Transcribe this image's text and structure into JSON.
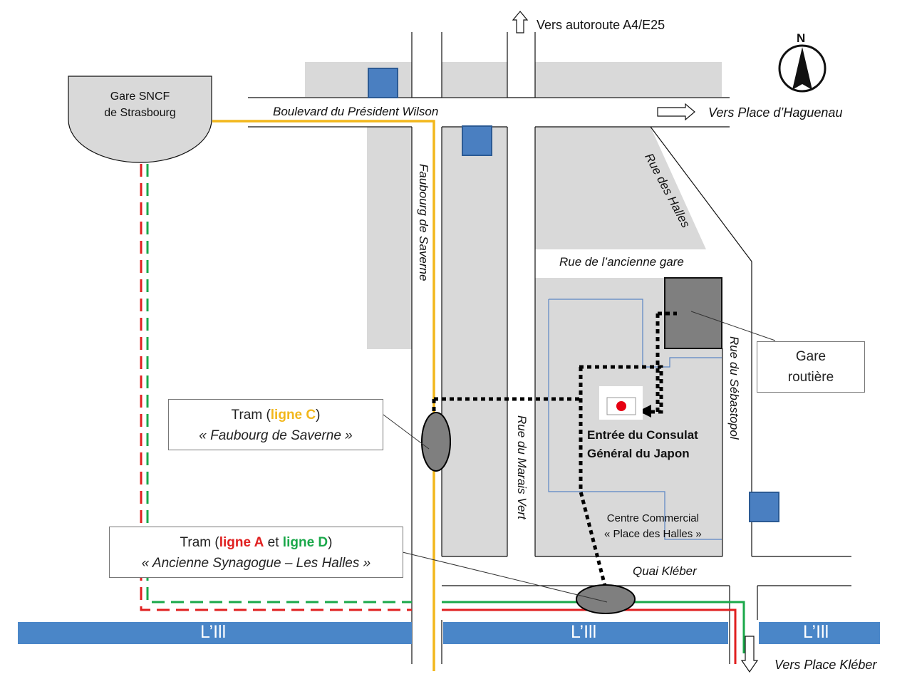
{
  "places": {
    "gare_sncf_line1": "Gare SNCF",
    "gare_sncf_line2": "de Strasbourg",
    "gare_routiere_line1": "Gare",
    "gare_routiere_line2": "routière",
    "consulat_line1": "Entrée du Consulat",
    "consulat_line2": "Général du Japon",
    "centre_line1": "Centre Commercial",
    "centre_line2": "« Place des Halles »"
  },
  "streets": {
    "boulevard_wilson": "Boulevard du Président Wilson",
    "faubourg_saverne": "Faubourg de Saverne",
    "rue_halles": "Rue des Halles",
    "rue_ancienne_gare": "Rue de l’ancienne gare",
    "rue_sebastopol": "Rue du Sébastopol",
    "rue_marais_vert": "Rue du Marais Vert",
    "quai_kleber": "Quai Kléber"
  },
  "directions": {
    "north_label": "N",
    "vers_autoroute": "Vers autoroute A4/E25",
    "vers_haguenau": "Vers Place d’Haguenau",
    "vers_kleber": "Vers Place Kléber"
  },
  "river": {
    "label": "L’Ill"
  },
  "tram_c": {
    "prefix": "Tram (",
    "line": "ligne C",
    "suffix": ")",
    "stop": "« Faubourg de Saverne »"
  },
  "tram_ad": {
    "prefix": "Tram (",
    "line_a": "ligne A",
    "middle": " et ",
    "line_d": "ligne D",
    "suffix": ")",
    "stop": "« Ancienne Synagogue – Les Halles »"
  },
  "colors": {
    "block": "#d9d9d9",
    "bus_station": "#7f7f7f",
    "river": "#4a86c8",
    "blue_square": "#4a7fc1",
    "tram_a": "#e02020",
    "tram_d": "#1aa84a",
    "tram_c": "#f2b71c",
    "walk_route": "#000000",
    "japan_red": "#e60012"
  },
  "icons": [
    "north-arrow-icon",
    "up-arrow-icon",
    "right-arrow-icon",
    "down-arrow-icon",
    "japan-flag-icon",
    "blue-square-marker"
  ]
}
